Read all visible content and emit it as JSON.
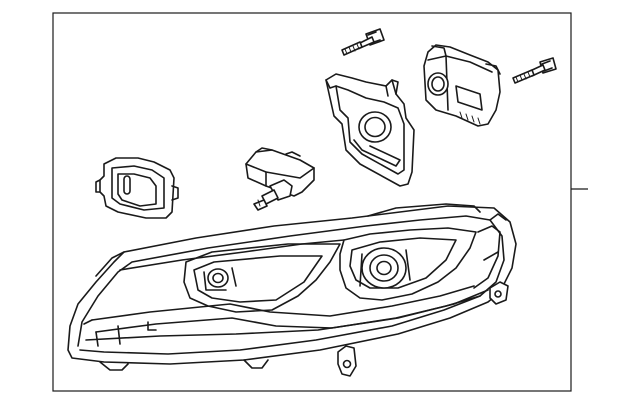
{
  "diagram": {
    "kind": "exploded parts illustration",
    "parts": [
      {
        "id": "bolt-top",
        "icon": "bolt-icon"
      },
      {
        "id": "bolt-right",
        "icon": "bolt-icon"
      },
      {
        "id": "mounting-bracket",
        "icon": "bracket-icon"
      },
      {
        "id": "control-module",
        "icon": "module-icon"
      },
      {
        "id": "access-cover",
        "icon": "cover-icon"
      },
      {
        "id": "bulb-socket",
        "icon": "bulb-icon"
      },
      {
        "id": "headlamp-assembly",
        "icon": "headlamp-icon"
      }
    ],
    "colors": {
      "line": "#1a1a1a",
      "background": "#ffffff"
    }
  }
}
